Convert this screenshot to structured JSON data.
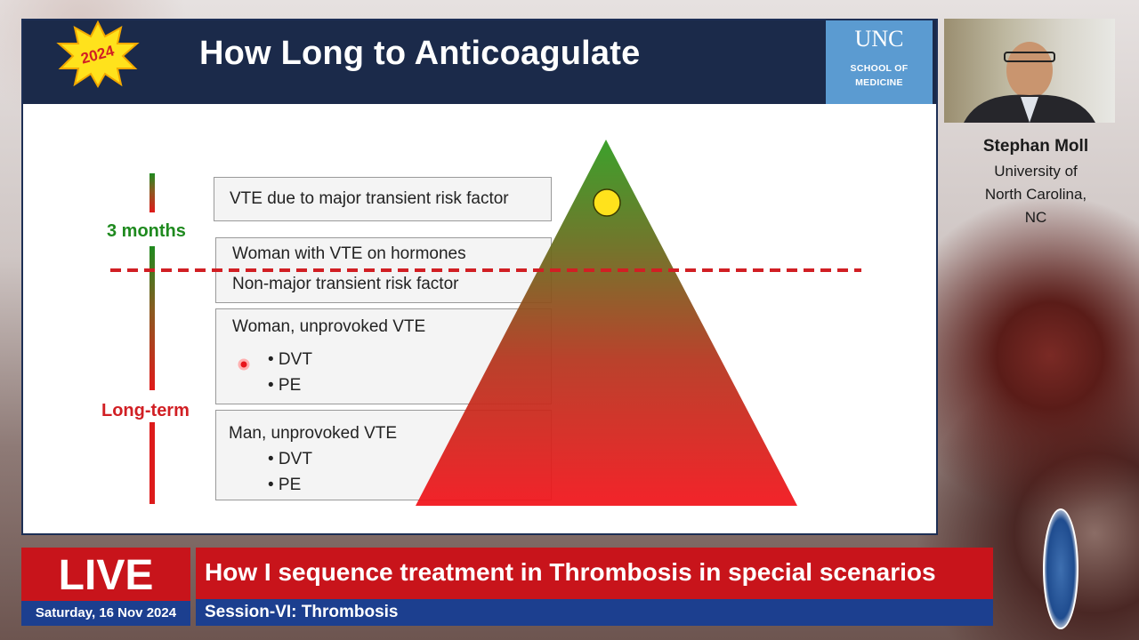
{
  "slide": {
    "badge": "2024",
    "title": "How Long to Anticoagulate",
    "logo": {
      "name": "UNC",
      "line1": "SCHOOL OF",
      "line2": "MEDICINE"
    },
    "labels": {
      "top": "3 months",
      "bottom": "Long-term"
    },
    "boxes": [
      {
        "text": "VTE due to major transient risk factor"
      },
      {
        "line1": "Woman with VTE on hormones",
        "line2": "Non-major transient risk factor"
      },
      {
        "heading": "Woman, unprovoked VTE",
        "bullets": [
          "• DVT",
          "• PE"
        ]
      },
      {
        "heading": "Man, unprovoked VTE",
        "bullets": [
          "• DVT",
          "• PE"
        ]
      }
    ],
    "colors": {
      "header": "#1b2a4a",
      "green": "#1f8a1f",
      "red": "#d11f24",
      "dash": "#d11f24",
      "marker": "#ffe21c"
    }
  },
  "speaker": {
    "name": "Stephan Moll",
    "affiliation": [
      "University of",
      "North Carolina,",
      "NC"
    ]
  },
  "broadcast": {
    "live": "LIVE",
    "date": "Saturday, 16 Nov 2024",
    "talk_title": "How I sequence treatment in Thrombosis in special scenarios",
    "session": "Session-VI: Thrombosis"
  }
}
